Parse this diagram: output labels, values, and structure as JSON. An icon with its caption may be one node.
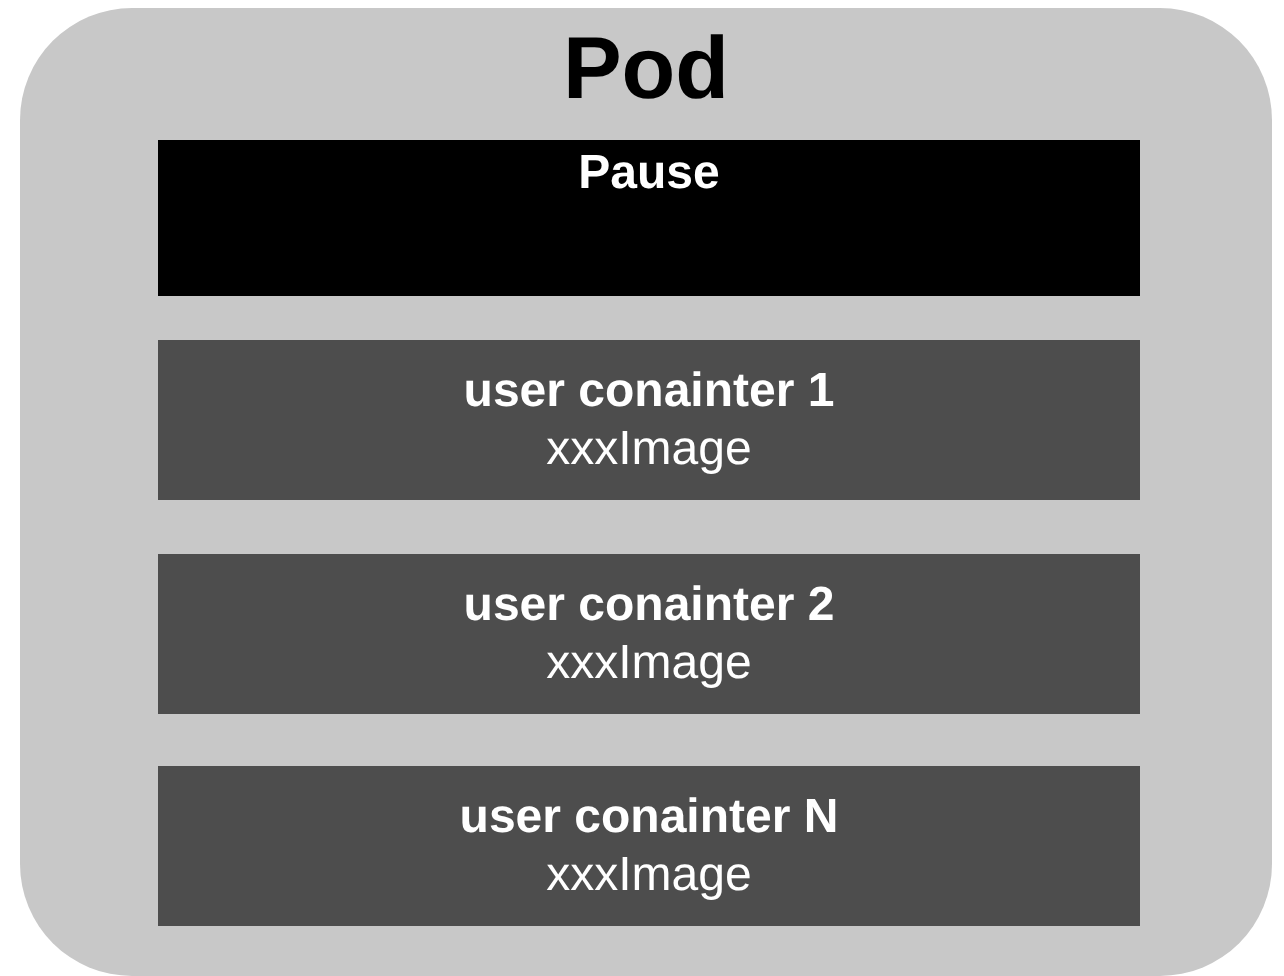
{
  "diagram": {
    "nodes": [
      {
        "text": [
          "Pod"
        ]
      },
      {
        "text": [
          "Pause"
        ],
        "in": 0
      },
      {
        "text": [
          "user conainter 1",
          "xxxImage"
        ],
        "in": 0
      },
      {
        "text": [
          "user conainter 2",
          "xxxImage"
        ],
        "in": 0
      },
      {
        "text": [
          "user conainter N",
          "xxxImage"
        ],
        "in": 0
      }
    ]
  }
}
